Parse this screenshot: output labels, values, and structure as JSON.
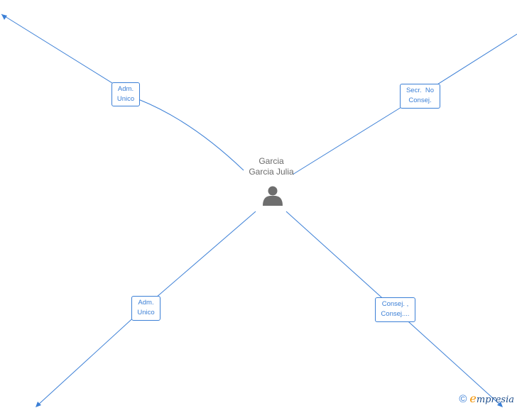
{
  "center_person": {
    "line1": "Garcia",
    "line2": "Garcia Julia",
    "icon": "person-icon"
  },
  "roles": {
    "top_left": {
      "line1": "Adm.",
      "line2": "Unico"
    },
    "top_right": {
      "line1": "Secr.  No",
      "line2": "Consej."
    },
    "bottom_left": {
      "line1": "Adm.",
      "line2": "Unico"
    },
    "bottom_right": {
      "line1": "Consej. ,",
      "line2": "Consej...."
    }
  },
  "footer": {
    "copyright_symbol": "©",
    "brand_initial": "e",
    "brand_rest": "mpresia"
  },
  "colors": {
    "accent": "#3b7fd6",
    "name_text": "#6b6b6b",
    "icon": "#6e6e6e",
    "brand_orange": "#f39200",
    "brand_blue": "#1e4e8c"
  }
}
